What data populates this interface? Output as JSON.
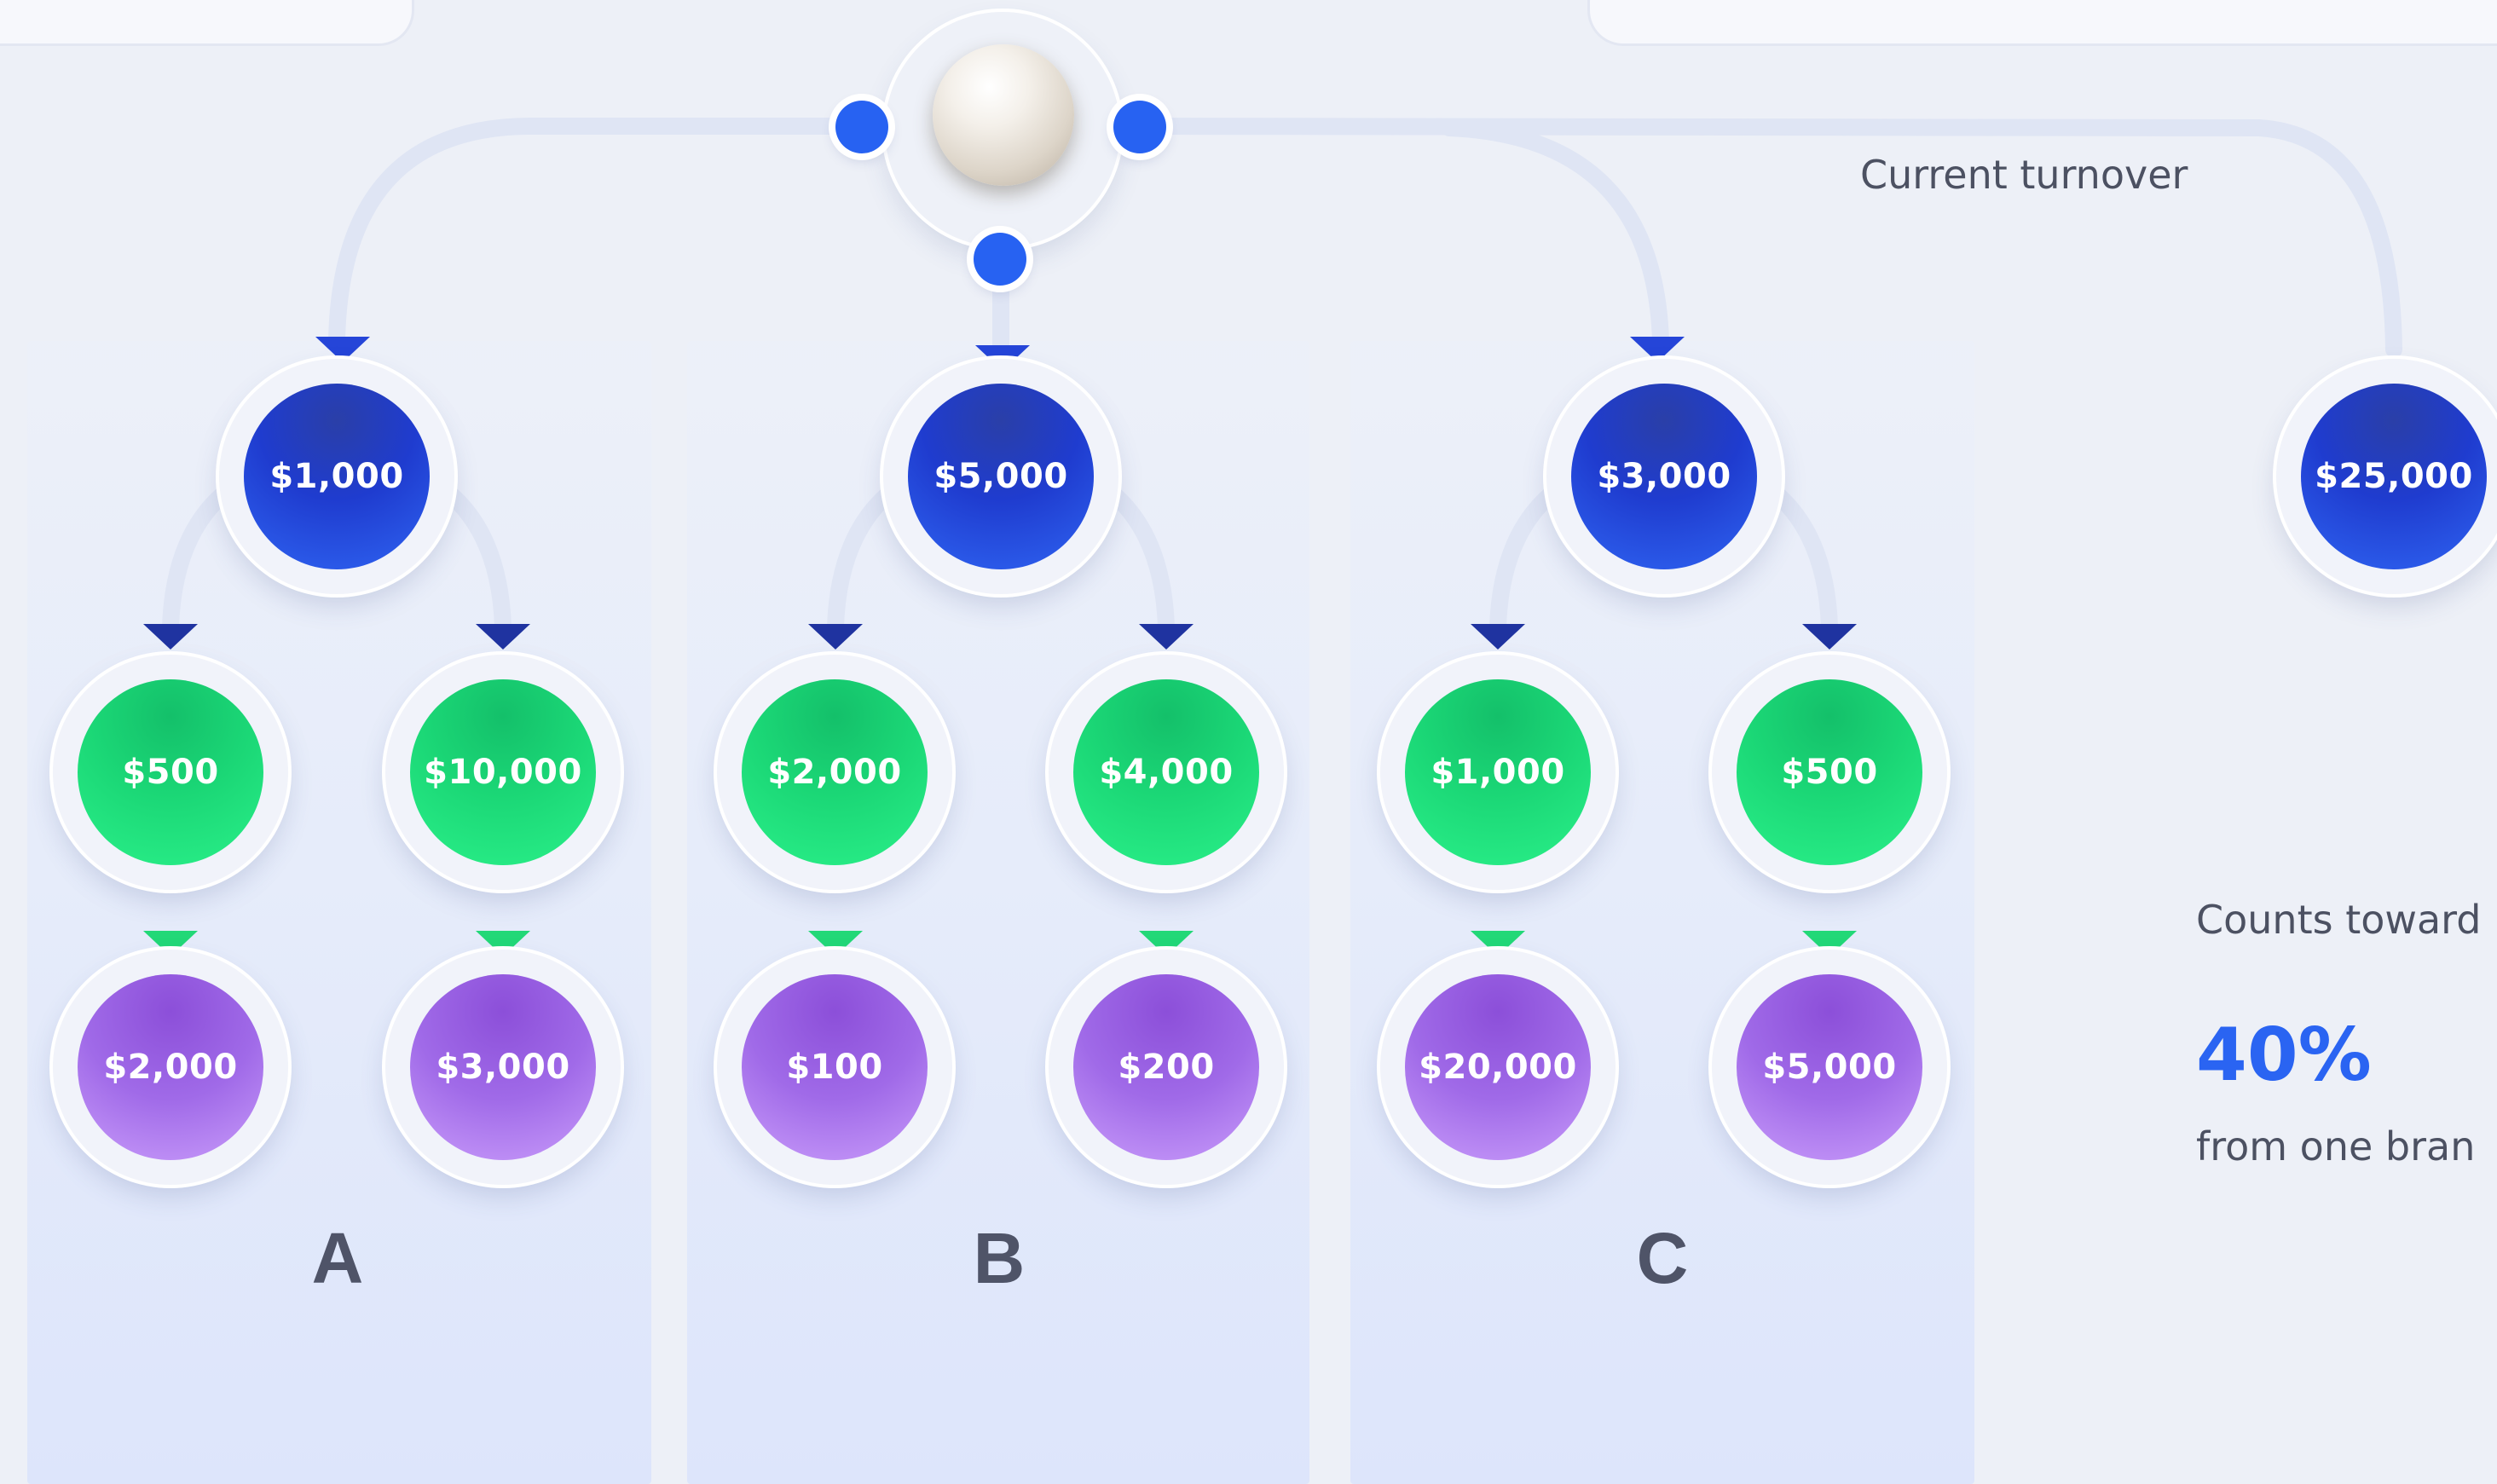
{
  "root": {
    "icon": "pearl-icon"
  },
  "current_turnover_label": "Current turnover",
  "right_node": {
    "value": "$25,000"
  },
  "counts_toward_label": "Counts toward",
  "percent_value": "40%",
  "from_branch_label": "from one bran",
  "branches": [
    {
      "letter": "A",
      "top": "$1,000",
      "mid_left": "$500",
      "mid_right": "$10,000",
      "bottom_left": "$2,000",
      "bottom_right": "$3,000"
    },
    {
      "letter": "B",
      "top": "$5,000",
      "mid_left": "$2,000",
      "mid_right": "$4,000",
      "bottom_left": "$100",
      "bottom_right": "$200"
    },
    {
      "letter": "C",
      "top": "$3,000",
      "mid_left": "$1,000",
      "mid_right": "$500",
      "bottom_left": "$20,000",
      "bottom_right": "$5,000"
    }
  ],
  "colors": {
    "blue_node": "#1f3ccf",
    "green_node": "#1bd776",
    "purple_node": "#a06ae8",
    "accent": "#2a64f2",
    "connector": "#dde3f3"
  }
}
